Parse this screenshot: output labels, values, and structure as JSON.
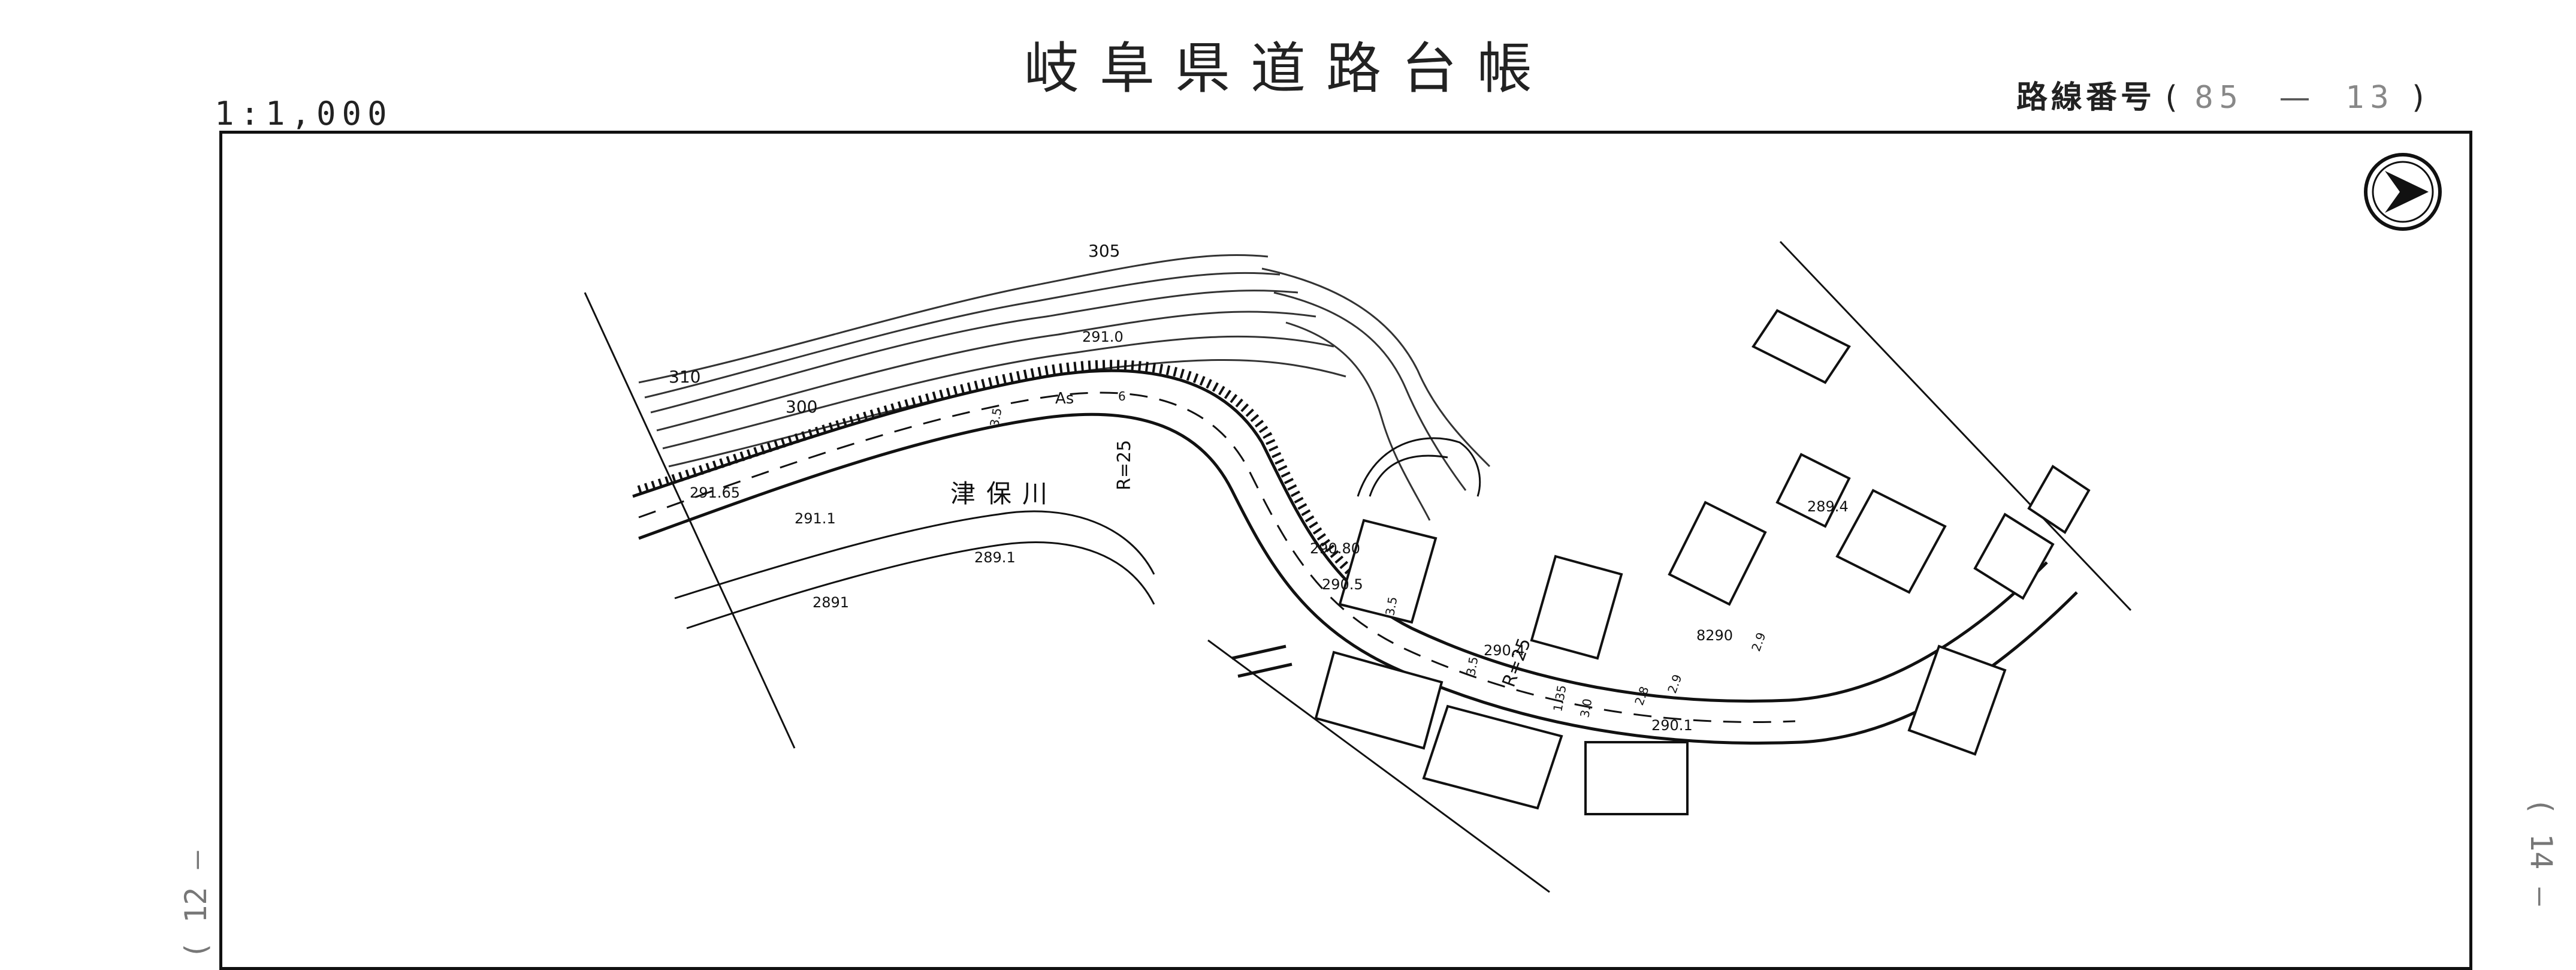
{
  "header": {
    "title": "岐阜県道路台帳",
    "scale": "1:1,000",
    "route_label": "路線番号",
    "route_paren_open": "(",
    "route_num_a": "85",
    "route_dash": "—",
    "route_num_b": "13",
    "route_paren_close": ")"
  },
  "adjacent_sheets": {
    "left": "( 12 —",
    "right": "( 14 —"
  },
  "map": {
    "river_name": "津保川",
    "curve_radius_1": "R=25",
    "curve_radius_2": "R=25",
    "surface": "As",
    "contours": [
      "310",
      "305",
      "300"
    ],
    "elevations": [
      "291.65",
      "291.1",
      "291.0",
      "289.1",
      "2891",
      "290.80",
      "290.5",
      "290.4",
      "8290",
      "290.1",
      "289.4"
    ],
    "widths": [
      "3.5",
      "6",
      "3.5",
      "3.5",
      "1.35",
      "3.0",
      "2.8",
      "2.9",
      "2.9"
    ]
  },
  "icons": {
    "north": "north-arrow-icon"
  }
}
